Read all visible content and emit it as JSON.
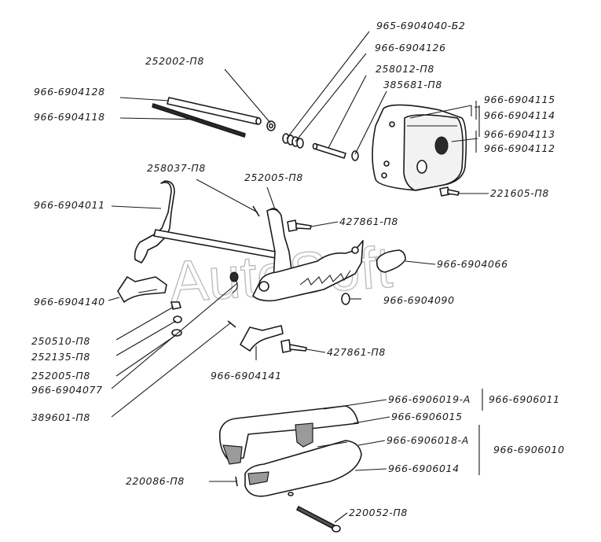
{
  "watermark": "AutoSoft",
  "labels": {
    "l01": "965-6904040-Б2",
    "l02": "966-6904126",
    "l03": "258012-П8",
    "l04": "385681-П8",
    "l05": "252002-П8",
    "l06": "966-6904128",
    "l07": "966-6904118",
    "l08": "966-6904115",
    "l09": "966-6904114",
    "l10": "966-6904113",
    "l11": "966-6904112",
    "l12": "221605-П8",
    "l13": "258037-П8",
    "l14": "252005-П8",
    "l15": "966-6904011",
    "l16": "427861-П8",
    "l17": "966-6904066",
    "l18": "966-6904140",
    "l19": "966-6904090",
    "l20": "250510-П8",
    "l21": "252135-П8",
    "l22": "252005-П8",
    "l23": "966-6904077",
    "l24": "427861-П8",
    "l25": "966-6904141",
    "l26": "389601-П8",
    "l27": "966-6906019-А",
    "l28": "966-6906015",
    "l29": "966-6906011",
    "l30": "966-6906018-А",
    "l31": "966-6906010",
    "l32": "966-6906014",
    "l33": "220086-П8",
    "l34": "220052-П8"
  }
}
